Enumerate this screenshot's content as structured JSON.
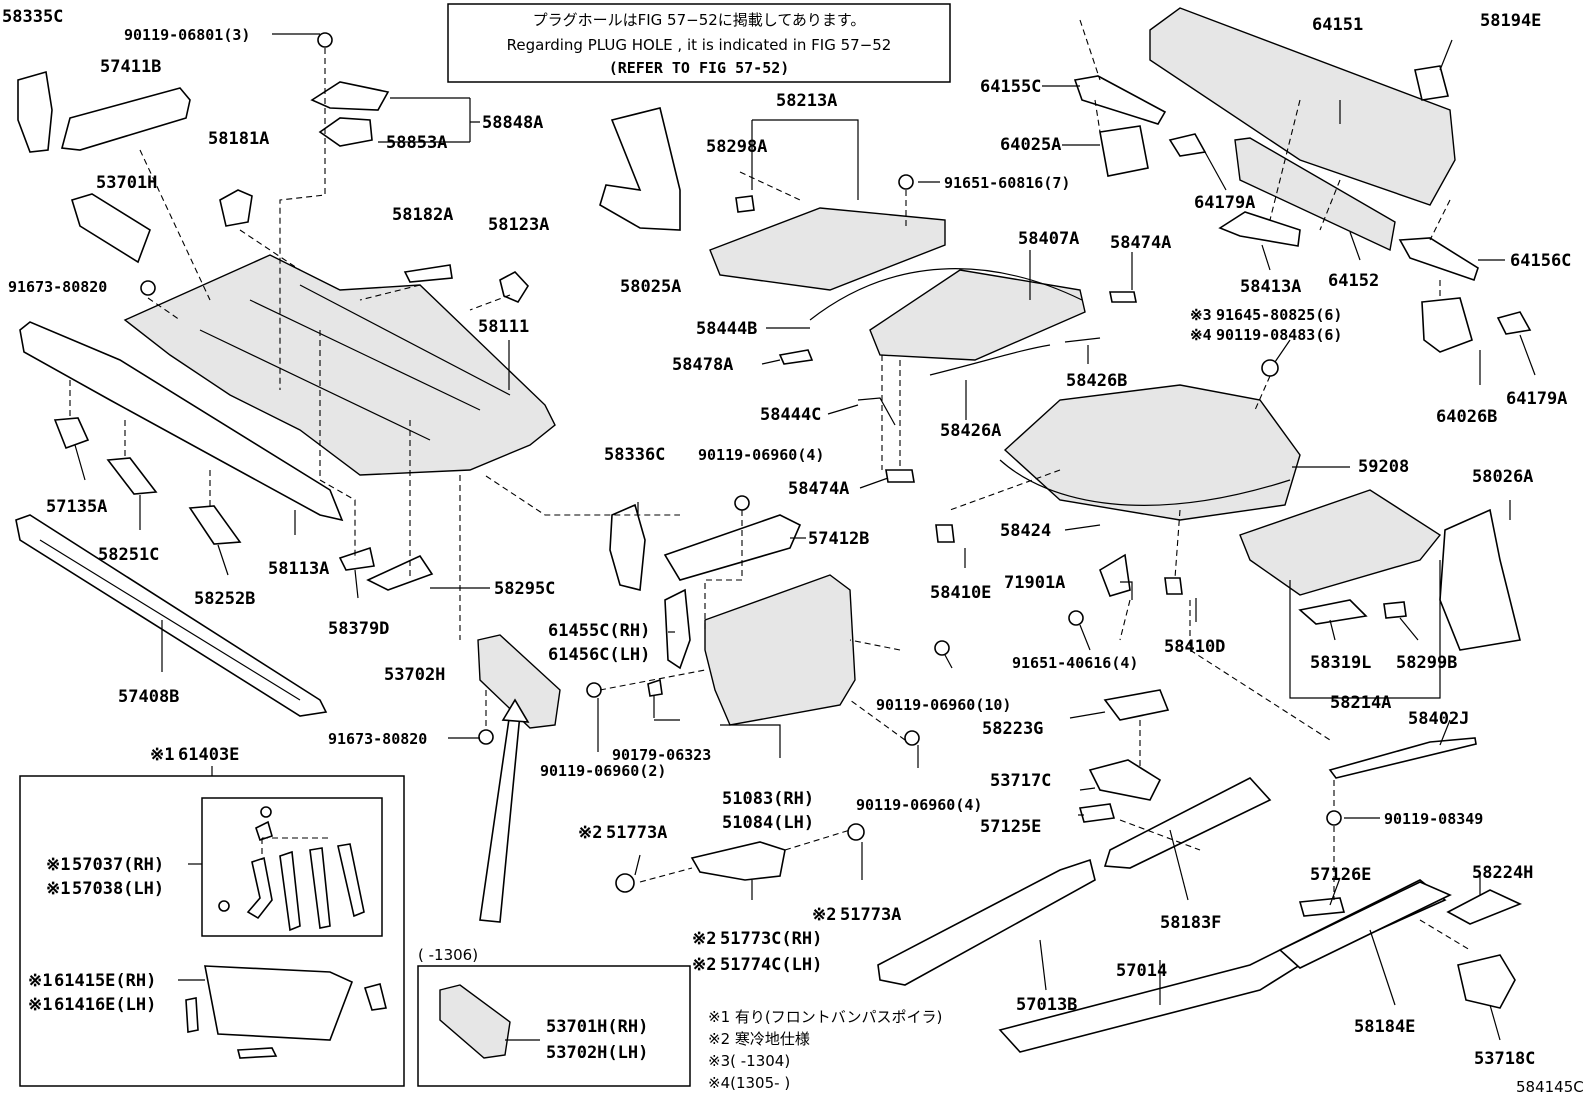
{
  "notice": {
    "line1": "プラグホールはFIG 57−52に掲載してあります。",
    "line2": "Regarding  PLUG  HOLE , it is indicated in FIG  57−52",
    "line3": "(REFER TO FIG 57-52)"
  },
  "parts": {
    "p58335C": "58335C",
    "p90119_06801": "90119-06801(3)",
    "p57411B": "57411B",
    "p58848A": "58848A",
    "p58853A": "58853A",
    "p58181A": "58181A",
    "p53701H": "53701H",
    "p58182A": "58182A",
    "p58123A": "58123A",
    "p91673_80820a": "91673-80820",
    "p58111": "58111",
    "p57135A": "57135A",
    "p58251C": "58251C",
    "p58252B": "58252B",
    "p58113A": "58113A",
    "p58379D": "58379D",
    "p58295C": "58295C",
    "p57408B": "57408B",
    "p53702H": "53702H",
    "p91673_80820b": "91673-80820",
    "p58213A": "58213A",
    "p58298A": "58298A",
    "p58025A": "58025A",
    "p91651_60816": "91651-60816(7)",
    "p58407A": "58407A",
    "p58474A_a": "58474A",
    "p58444B": "58444B",
    "p58478A": "58478A",
    "p58444C": "58444C",
    "p58426A": "58426A",
    "p58426B": "58426B",
    "p58474A_b": "58474A",
    "p58336C": "58336C",
    "p90119_06960_4a": "90119-06960(4)",
    "p57412B": "57412B",
    "p61455C": "61455C(RH)",
    "p61456C": "61456C(LH)",
    "p90119_06960_10": "90119-06960(10)",
    "p90179_06323": "90179-06323",
    "p90119_06960_2": "90119-06960(2)",
    "p51083": "51083(RH)",
    "p51084": "51084(LH)",
    "p90119_06960_4b": "90119-06960(4)",
    "p51773A_a": "51773A",
    "p51773A_b": "51773A",
    "p51773C": "51773C(RH)",
    "p51774C": "51774C(LH)",
    "p64151": "64151",
    "p58194E": "58194E",
    "p64155C": "64155C",
    "p64025A": "64025A",
    "p64179A_a": "64179A",
    "p58413A": "58413A",
    "p64152": "64152",
    "p64156C": "64156C",
    "p91645_80825": "91645-80825(6)",
    "p90119_08483": "90119-08483(6)",
    "p64026B": "64026B",
    "p64179A_b": "64179A",
    "p59208": "59208",
    "p58424": "58424",
    "p58410E": "58410E",
    "p71901A": "71901A",
    "p91651_40616": "91651-40616(4)",
    "p58410D": "58410D",
    "p58026A": "58026A",
    "p58319L": "58319L",
    "p58299B": "58299B",
    "p58214A": "58214A",
    "p58223G": "58223G",
    "p58402J": "58402J",
    "p53717C": "53717C",
    "p57125E": "57125E",
    "p90119_08349": "90119-08349",
    "p57126E": "57126E",
    "p58224H": "58224H",
    "p58183F": "58183F",
    "p57014": "57014",
    "p57013B": "57013B",
    "p58184E": "58184E",
    "p53718C": "53718C",
    "p61403E": "61403E",
    "p57037": "57037(RH)",
    "p57038": "57038(LH)",
    "p61415E": "61415E(RH)",
    "p61416E": "61416E(LH)",
    "p53701H_rh": "53701H(RH)",
    "p53702H_lh": "53702H(LH)"
  },
  "marks": {
    "m1": "※1",
    "m2": "※2",
    "m3": "※3",
    "m4": "※4"
  },
  "inset_range": "(     -1306)",
  "legend": {
    "l1": "※1 有り(フロントバンパスポイラ)",
    "l2": "※2 寒冷地仕様",
    "l3": "※3(     -1304)",
    "l4": "※4(1305-     )"
  },
  "figure_id": "584145C"
}
